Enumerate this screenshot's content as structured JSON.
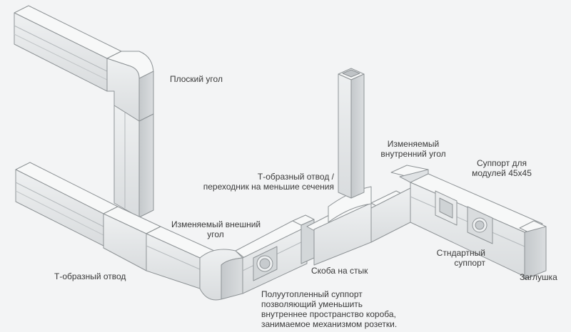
{
  "colors": {
    "background": "#f3f4f5",
    "duct_face": "#e6e9ea",
    "duct_side": "#c9cdcf",
    "duct_top": "#f7f8f8",
    "outline": "#8e9396",
    "text": "#3a3a3a"
  },
  "labels": {
    "flat_corner": "Плоский угол",
    "adj_inner_corner": [
      "Изменяемый",
      "внутренний угол"
    ],
    "tee_adapter": [
      "Т-образный отвод /",
      "переходник на меньшие сечения"
    ],
    "support_45": [
      "Суппорт для",
      "модулей 45х45"
    ],
    "adj_outer_corner": [
      "Изменяемый внешний",
      "угол"
    ],
    "tee_branch": "Т-образный отвод",
    "joint_clip": "Скоба на стык",
    "std_support": [
      "Стндартный",
      "суппорт"
    ],
    "end_cap": "Заглушка",
    "semi_flush": [
      "Полуутопленный суппорт",
      "позволяющий уменьшить",
      "внутреннее пространство короба,",
      "занимаемое механизмом розетки."
    ]
  }
}
